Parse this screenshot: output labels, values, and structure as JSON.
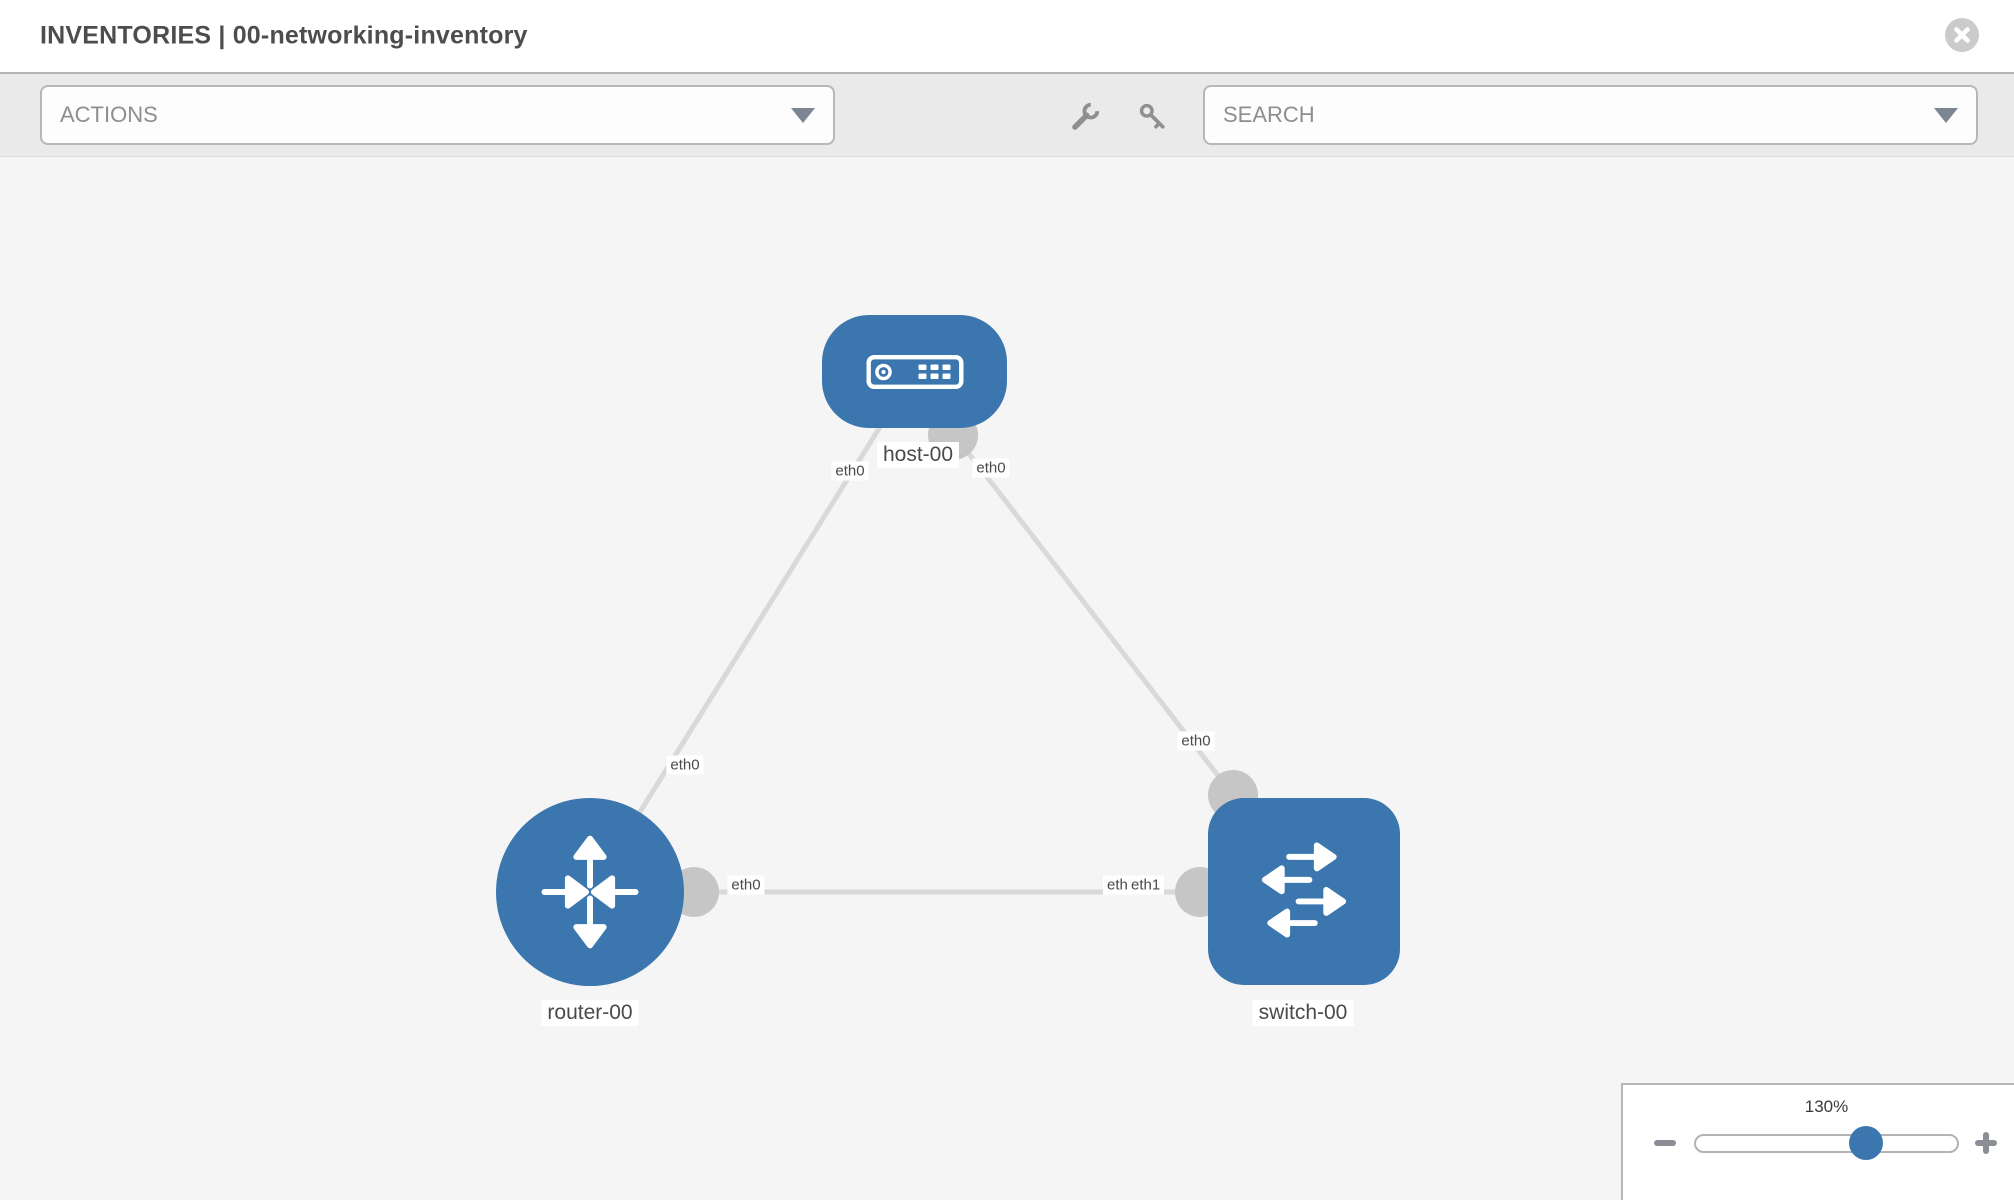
{
  "header": {
    "title": "INVENTORIES | 00-networking-inventory",
    "close_icon": "close-icon"
  },
  "toolbar": {
    "actions_label": "ACTIONS",
    "search_placeholder": "SEARCH",
    "icons": [
      "wrench-icon",
      "key-icon"
    ],
    "chevron_icon": "chevron-down-icon"
  },
  "canvas": {
    "nodes": {
      "host": {
        "label": "host-00",
        "type": "host",
        "shape": "rounded-rect",
        "color": "#3b76af"
      },
      "router": {
        "label": "router-00",
        "type": "router",
        "shape": "circle",
        "color": "#3b76af"
      },
      "switch": {
        "label": "switch-00",
        "type": "switch",
        "shape": "rounded-square",
        "color": "#3b76af"
      }
    },
    "interfaces": {
      "host_left": "eth0",
      "host_right": "eth0",
      "router_top": "eth0",
      "router_mid": "eth0",
      "switch_top": "eth0",
      "switch_mid_back": "eth0",
      "switch_mid_front": "eth1"
    },
    "links": [
      {
        "from": "host-00",
        "from_if": "eth0",
        "to": "router-00",
        "to_if": "eth0"
      },
      {
        "from": "host-00",
        "from_if": "eth0",
        "to": "switch-00",
        "to_if": "eth0"
      },
      {
        "from": "router-00",
        "from_if": "eth0",
        "to": "switch-00",
        "to_if": "eth1"
      }
    ]
  },
  "zoom_control": {
    "level": "130%",
    "zoom_out_icon": "minus-icon",
    "zoom_in_icon": "plus-icon",
    "slider_percent": 64
  },
  "colors": {
    "node_blue": "#3b76af",
    "link_gray": "#d9d9d9",
    "port_gray": "#c6c6c6",
    "toolbar_bg": "#eaeaea",
    "canvas_bg": "#f5f5f5",
    "label_text": "#4a4a4a"
  }
}
